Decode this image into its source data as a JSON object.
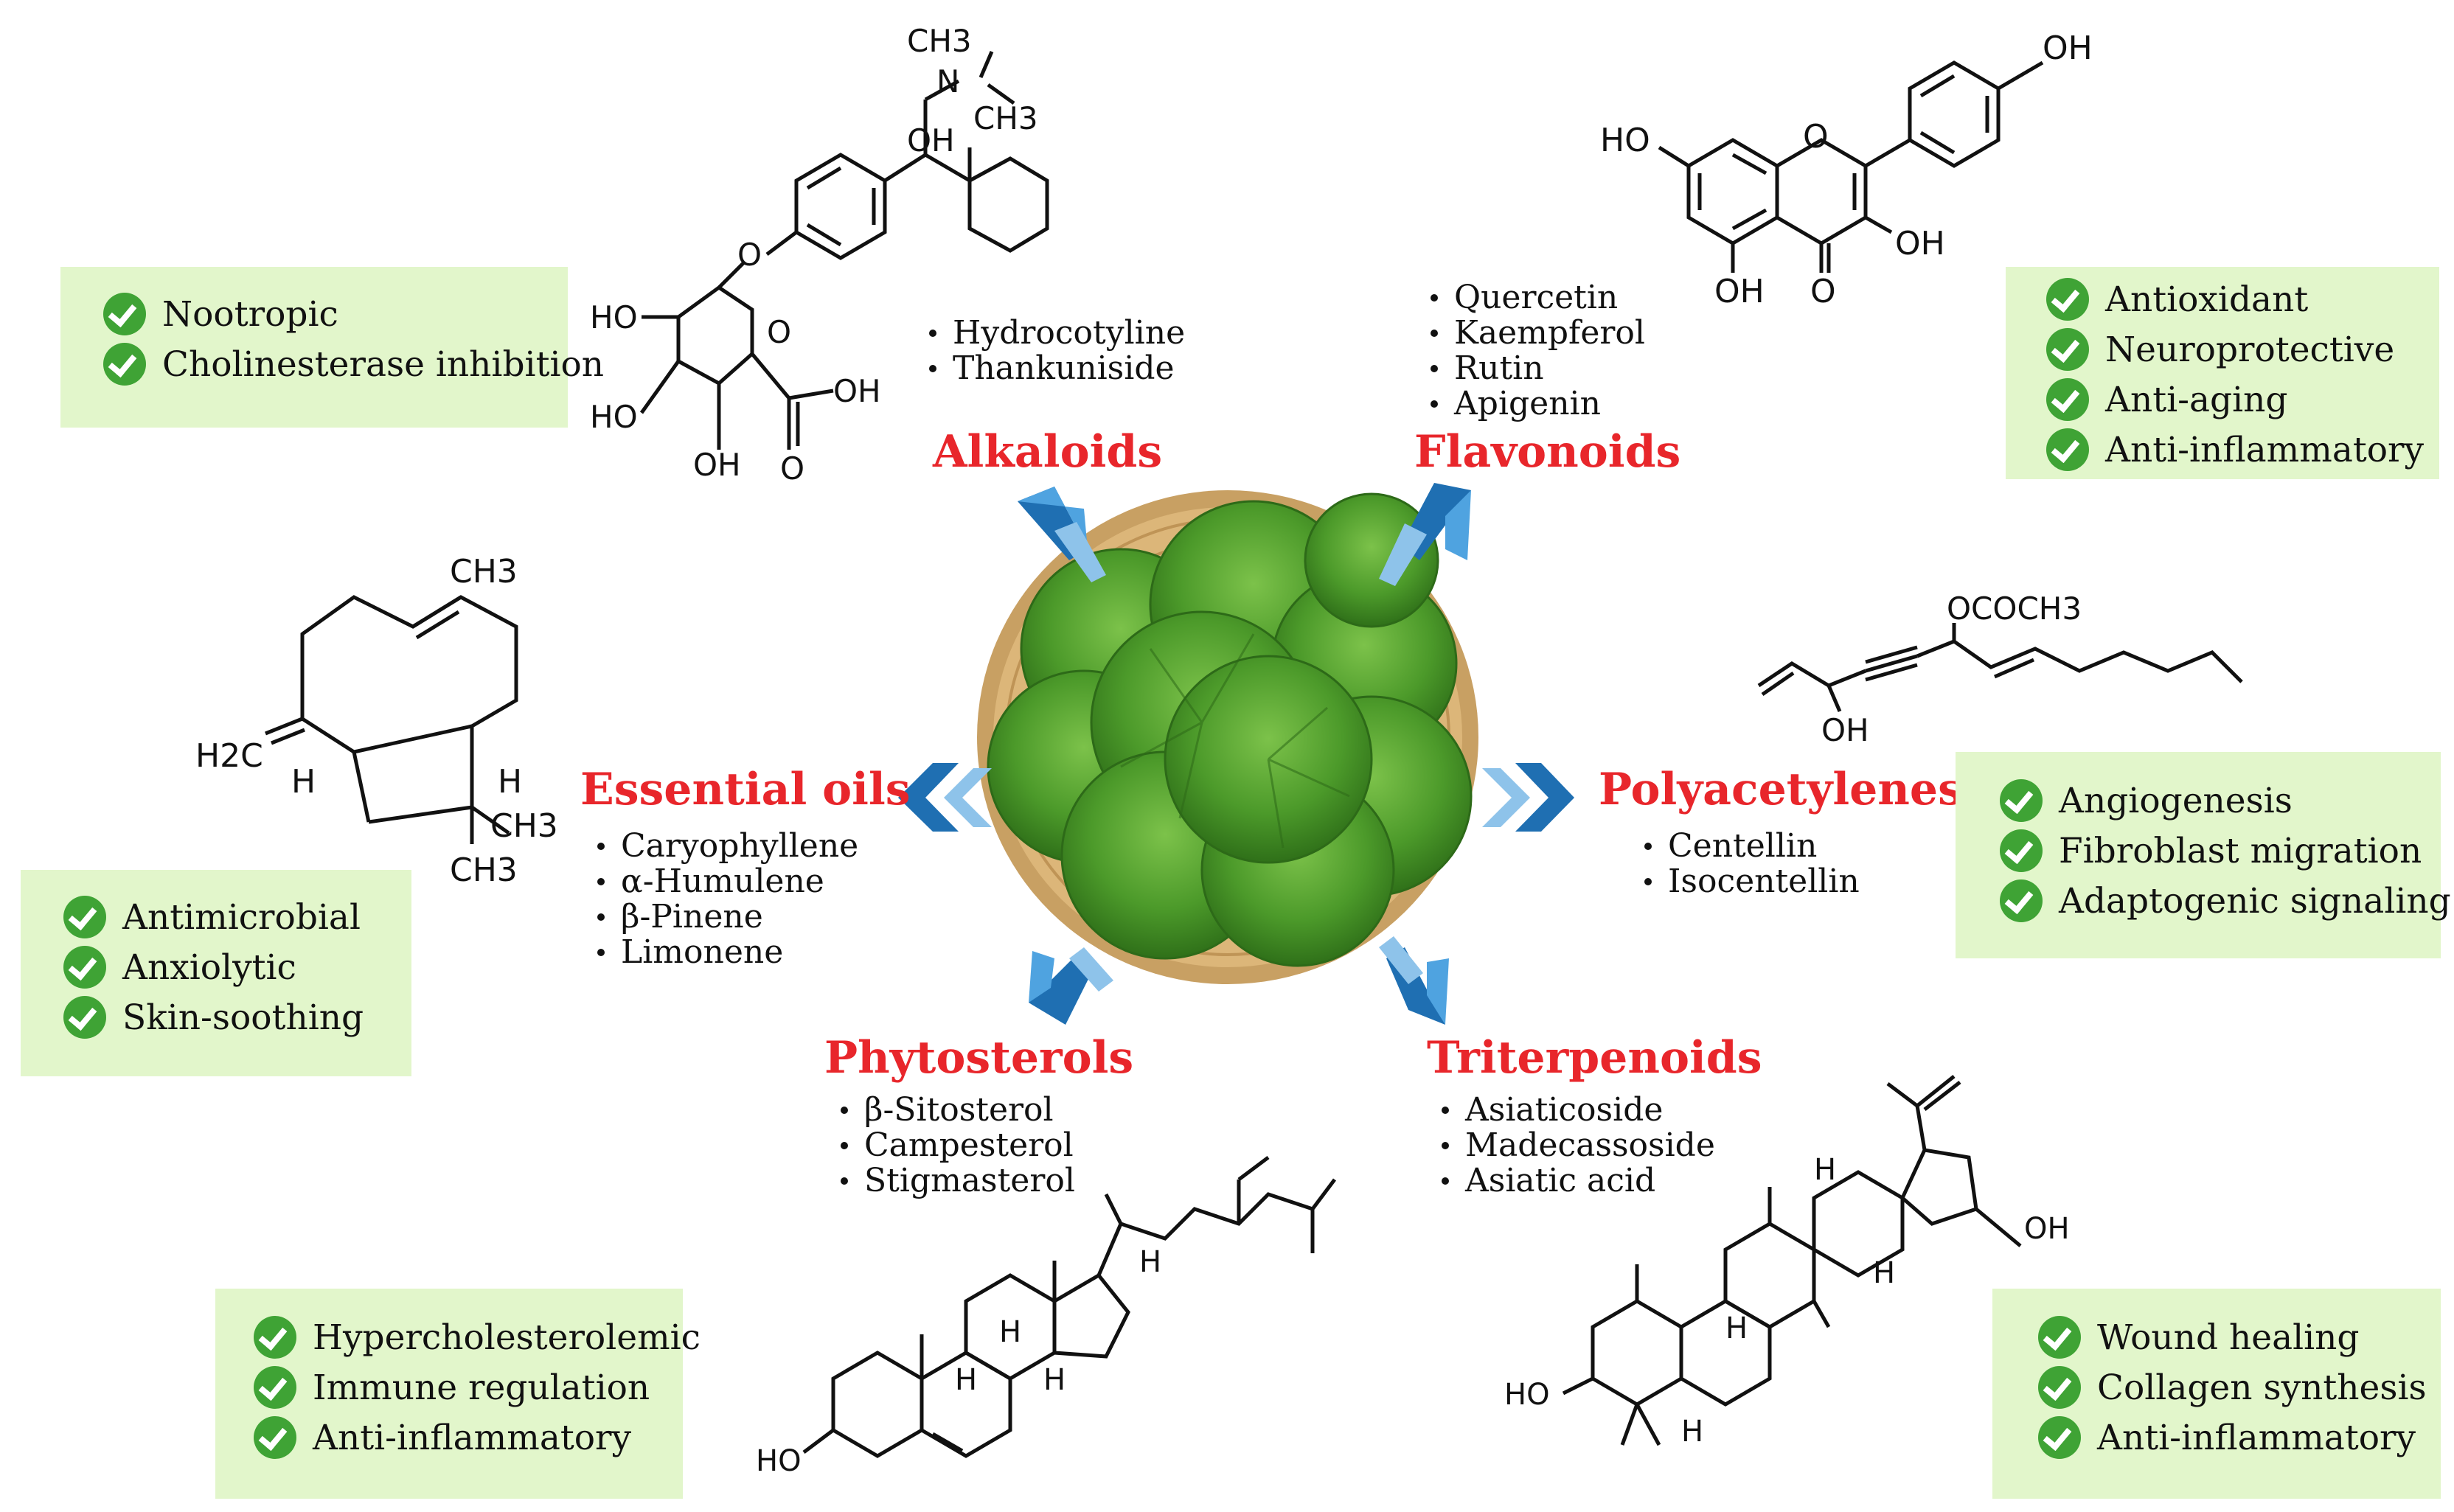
{
  "categories": {
    "alkaloids": "Alkaloids",
    "flavonoids": "Flavonoids",
    "essential_oils": "Essential oils",
    "polyacetylenes": "Polyacetylenes",
    "phytosterols": "Phytosterols",
    "triterpenoids": "Triterpenoids"
  },
  "compounds": {
    "alkaloids": [
      "Hydrocotyline",
      "Thankuniside"
    ],
    "flavonoids": [
      "Quercetin",
      "Kaempferol",
      "Rutin",
      "Apigenin"
    ],
    "essential_oils": [
      "Caryophyllene",
      "α-Humulene",
      "β-Pinene",
      "Limonene"
    ],
    "polyacetylenes": [
      "Centellin",
      "Isocentellin"
    ],
    "phytosterols": [
      "β-Sitosterol",
      "Campesterol",
      "Stigmasterol"
    ],
    "triterpenoids": [
      "Asiaticoside",
      "Madecassoside",
      "Asiatic acid"
    ]
  },
  "benefits": {
    "alkaloids": [
      "Nootropic",
      "Cholinesterase inhibition"
    ],
    "flavonoids": [
      "Antioxidant",
      "Neuroprotective",
      "Anti-aging",
      "Anti-inflammatory"
    ],
    "essential_oils": [
      "Antimicrobial",
      "Anxiolytic",
      "Skin-soothing"
    ],
    "polyacetylenes": [
      "Angiogenesis",
      "Fibroblast migration",
      "Adaptogenic signaling"
    ],
    "phytosterols": [
      "Hypercholesterolemic",
      "Immune regulation",
      "Anti-inflammatory"
    ],
    "triterpenoids": [
      "Wound healing",
      "Collagen synthesis",
      "Anti-inflammatory"
    ]
  },
  "structure_labels": {
    "alk_ch3_top": "CH3",
    "alk_n": "N",
    "alk_ch3_right": "CH3",
    "alk_oh": "OH",
    "alk_ho1": "HO",
    "alk_ho2": "HO",
    "alk_oh_bottom": "OH",
    "alk_oh_acid": "OH",
    "alk_o_ring": "O",
    "alk_o_link": "O",
    "alk_o_acid": "O",
    "flav_oh_top": "OH",
    "flav_ho": "HO",
    "flav_o_ring": "O",
    "flav_oh_3": "OH",
    "flav_oh_5": "OH",
    "flav_o_keto": "O",
    "eo_ch3": "CH3",
    "eo_h2c": "H2C",
    "eo_h_left": "H",
    "eo_h_right": "H",
    "eo_ch3_a": "CH3",
    "eo_ch3_b": "CH3",
    "poly_ococh3": "OCOCH3",
    "poly_oh": "OH",
    "phyto_h1": "H",
    "phyto_h2": "H",
    "phyto_h3": "H",
    "phyto_h4": "H",
    "phyto_ho": "HO",
    "trit_h1": "H",
    "trit_h2": "H",
    "trit_h3": "H",
    "trit_h4": "H",
    "trit_oh": "OH",
    "trit_ho": "HO"
  },
  "colors": {
    "category_red": "#e8262b",
    "box_green": "#e2f6cb",
    "check_green": "#3fa335",
    "arrow_blue": "#1f6fb2",
    "leaf_green": "#4f9a2c",
    "basket": "#c8a063"
  }
}
